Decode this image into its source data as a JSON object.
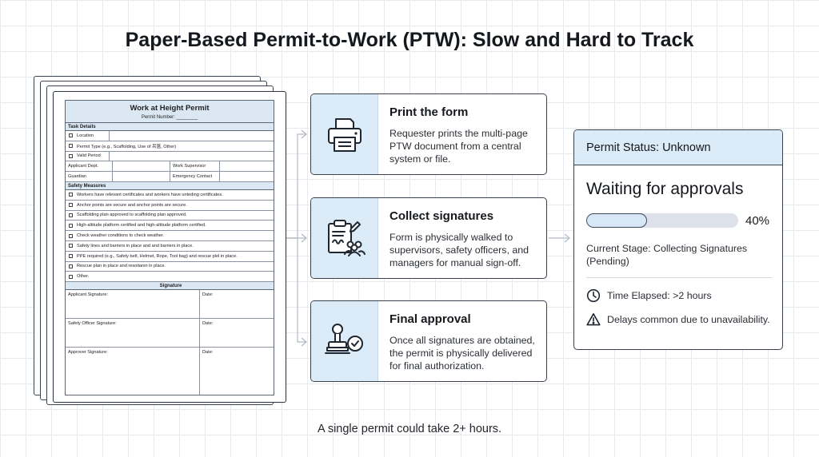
{
  "title": "Paper-Based Permit-to-Work (PTW): Slow and Hard to Track",
  "footnote": "A single permit could take 2+ hours.",
  "form": {
    "title": "Work at Height Permit",
    "permit_number": "Permit Number: ________",
    "task_details_header": "Task Details",
    "task_rows": [
      "Location",
      "Permit Type (e.g., Scaffolding, Use of 吊篮, Other)",
      "Valid Period"
    ],
    "dept_row": {
      "label": "Applicant Dept.",
      "label2": "Work Supervisor"
    },
    "guardian_row": {
      "label": "Guardian",
      "label2": "Emergency Contact"
    },
    "safety_header": "Safety Measures",
    "safety_items": [
      "Workers have relevant certificates and workers have unteding certificates.",
      "Anchor points are secure and anchor points are secure.",
      "Scaffolding plan approved to scaffolding plan approved.",
      "High-altitude platform certified and high-altitude platform certified.",
      "Check weather conditions to check weather.",
      "Safety lines and barriers in place and and barriers in place.",
      "PPE required (e.g., Safety belt, Helmet, Rope, Tool bag) and rescue plel in place.",
      "Rescue plan in place and resoitanin in place.",
      "Other."
    ],
    "signature_header": "Signature",
    "signature_rows": [
      {
        "label": "Applicant Signature:",
        "date": "Date:"
      },
      {
        "label": "Safety Officer Signature:",
        "date": "Date:"
      },
      {
        "label": "Approver Signature:",
        "date": "Date:"
      }
    ]
  },
  "steps": [
    {
      "icon": "printer-icon",
      "title": "Print the form",
      "desc": "Requester prints the multi-page PTW document from a central system or file."
    },
    {
      "icon": "clipboard-signature-icon",
      "title": "Collect signatures",
      "desc": "Form is physically walked to supervisors, safety officers, and managers for manual sign-off."
    },
    {
      "icon": "stamp-check-icon",
      "title": "Final approval",
      "desc": "Once all signatures are obtained, the permit is physically delivered for final authorization."
    }
  ],
  "status": {
    "header": "Permit Status: Unknown",
    "main": "Waiting for approvals",
    "progress": 0.4,
    "progress_label": "40%",
    "stage": "Current Stage: Collecting Signatures (Pending)",
    "time_elapsed": "Time Elapsed: >2 hours",
    "warning": "Delays common due to unavailability.",
    "accent": "#dcebf8"
  }
}
